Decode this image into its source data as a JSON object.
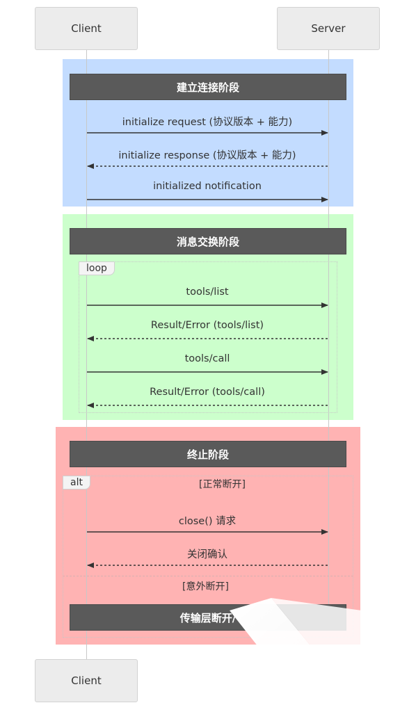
{
  "actors": {
    "client_label": "Client",
    "server_label": "Server"
  },
  "phases": [
    {
      "title": "建立连接阶段",
      "color": "#c3dcff",
      "messages": [
        "initialize request (协议版本 + 能力)",
        "initialize response (协议版本 + 能力)",
        "initialized notification"
      ]
    },
    {
      "title": "消息交换阶段",
      "color": "#ccffcc",
      "loop_label": "loop",
      "messages": [
        "tools/list",
        "Result/Error (tools/list)",
        "tools/call",
        "Result/Error (tools/call)"
      ]
    },
    {
      "title": "终止阶段",
      "color": "#ffb3b3",
      "alt_label": "alt",
      "alt_condition_1": "[正常断开]",
      "alt_condition_2": "[意外断开]",
      "messages": [
        "close() 请求",
        "关闭确认"
      ],
      "note_2": "传输层断开/"
    }
  ]
}
